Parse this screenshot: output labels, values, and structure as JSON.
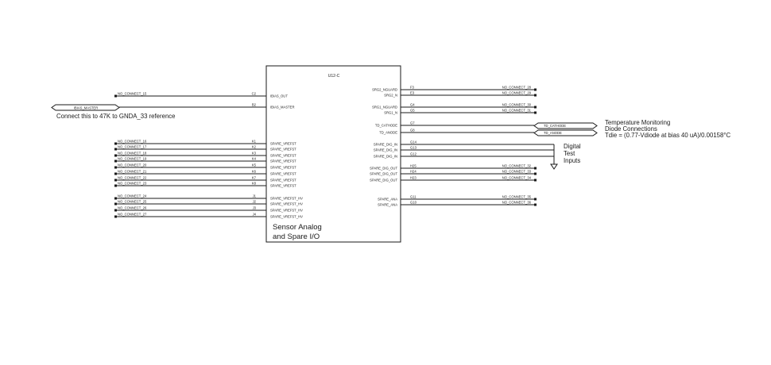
{
  "part": {
    "designator": "U12-C",
    "description_line1": "Sensor Analog",
    "description_line2": "and Spare I/O"
  },
  "left_pins": [
    {
      "net": "NO_CONNECT_15",
      "pin": "C2",
      "name": "IBIAS_OUT"
    },
    {
      "net": "",
      "pin": "B2",
      "name": "IBIAS_MASTER"
    },
    {
      "net": "NO_CONNECT_16",
      "pin": "K1",
      "name": "SPARE_VREFST"
    },
    {
      "net": "NO_CONNECT_17",
      "pin": "K2",
      "name": "SPARE_VREFST"
    },
    {
      "net": "NO_CONNECT_18",
      "pin": "K3",
      "name": "SPARE_VREFST"
    },
    {
      "net": "NO_CONNECT_19",
      "pin": "K4",
      "name": "SPARE_VREFST"
    },
    {
      "net": "NO_CONNECT_20",
      "pin": "K5",
      "name": "SPARE_VREFST"
    },
    {
      "net": "NO_CONNECT_21",
      "pin": "K6",
      "name": "SPARE_VREFST"
    },
    {
      "net": "NO_CONNECT_22",
      "pin": "K7",
      "name": "SPARE_VREFST"
    },
    {
      "net": "NO_CONNECT_23",
      "pin": "K8",
      "name": "SPARE_VREFST"
    },
    {
      "net": "NO_CONNECT_24",
      "pin": "J1",
      "name": "SPARE_VREFST_HV"
    },
    {
      "net": "NO_CONNECT_25",
      "pin": "J2",
      "name": "SPARE_VREFST_HV"
    },
    {
      "net": "NO_CONNECT_26",
      "pin": "J3",
      "name": "SPARE_VREFST_HV"
    },
    {
      "net": "NO_CONNECT_27",
      "pin": "J4",
      "name": "SPARE_VREFST_HV"
    }
  ],
  "right_pins": [
    {
      "name": "SRG2_NGUARD",
      "pin": "F3",
      "net": "NO_CONNECT_28"
    },
    {
      "name": "SRG2_N",
      "pin": "E3",
      "net": "NO_CONNECT_29"
    },
    {
      "name": "SRG1_NGUARD",
      "pin": "G4",
      "net": "NO_CONNECT_30"
    },
    {
      "name": "SRG1_N",
      "pin": "G5",
      "net": "NO_CONNECT_31"
    },
    {
      "name": "TD_CATHODE",
      "pin": "G7",
      "net": ""
    },
    {
      "name": "TD_ANODE",
      "pin": "G8",
      "net": ""
    },
    {
      "name": "SPARE_DIG_IN",
      "pin": "G14",
      "net": ""
    },
    {
      "name": "SPARE_DIG_IN",
      "pin": "G13",
      "net": ""
    },
    {
      "name": "SPARE_DIG_IN",
      "pin": "G12",
      "net": ""
    },
    {
      "name": "SPARE_DIG_OUT",
      "pin": "H25",
      "net": "NO_CONNECT_32"
    },
    {
      "name": "SPARE_DIG_OUT",
      "pin": "H24",
      "net": "NO_CONNECT_33"
    },
    {
      "name": "SPARE_DIG_OUT",
      "pin": "H23",
      "net": "NO_CONNECT_34"
    },
    {
      "name": "SPARE_ANA",
      "pin": "G11",
      "net": "NO_CONNECT_35"
    },
    {
      "name": "SPARE_ANA",
      "pin": "G10",
      "net": "NO_CONNECT_36"
    }
  ],
  "ports": {
    "ibias_master": "IBIAS_MASTER",
    "td_cathode": "TD_CATHODE",
    "td_anode": "TD_ANODE"
  },
  "notes": {
    "ibias": "Connect this to 47K to GNDA_33 reference",
    "temp_line1": "Temperature Monitoring",
    "temp_line2": "Diode Connections",
    "temp_line3": "Tdie = (0.77-Vdiode at bias 40 uA)/0.00158°C",
    "digital_line1": "Digital",
    "digital_line2": "Test",
    "digital_line3": "Inputs"
  },
  "colors": {
    "ink": "#1a1a1a",
    "background": "#ffffff"
  }
}
